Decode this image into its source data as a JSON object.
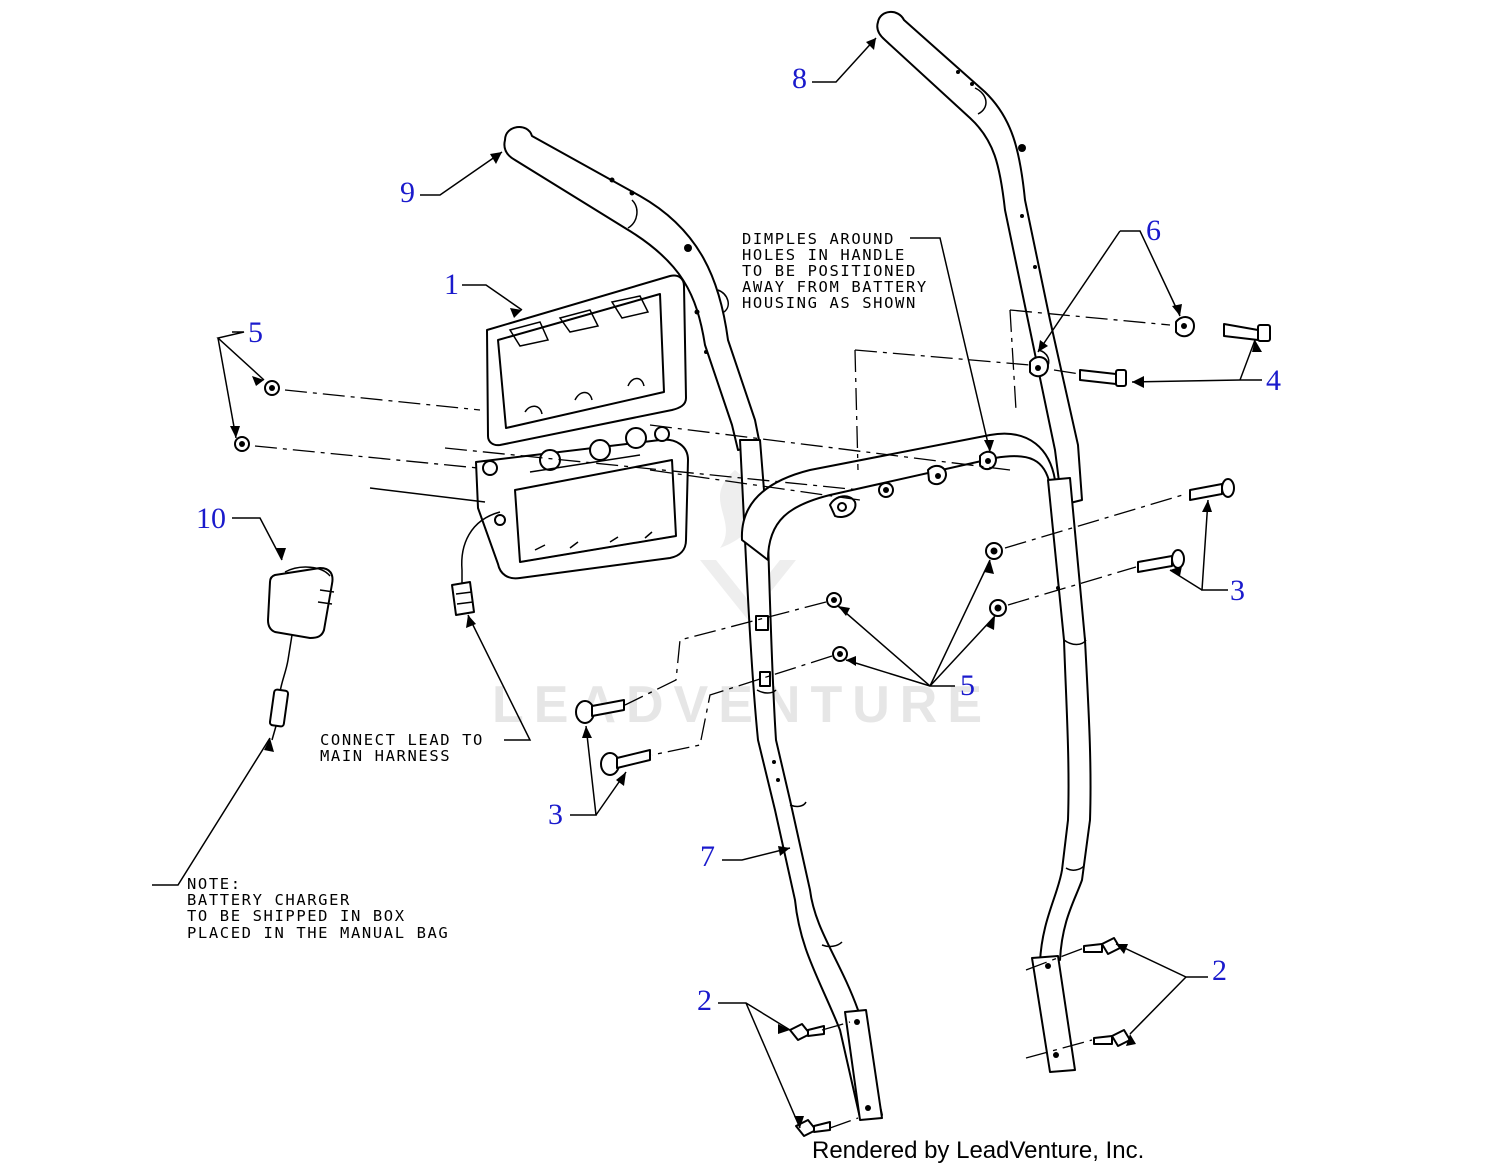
{
  "diagram": {
    "callouts": {
      "c1": "1",
      "c2a": "2",
      "c2b": "2",
      "c3a": "3",
      "c3b": "3",
      "c4": "4",
      "c5a": "5",
      "c5b": "5",
      "c6": "6",
      "c7": "7",
      "c8": "8",
      "c9": "9",
      "c10": "10"
    },
    "callout_color": "#1a1acc",
    "notes": {
      "dimples": [
        "DIMPLES AROUND",
        "HOLES IN HANDLE",
        "TO BE POSITIONED",
        "AWAY FROM BATTERY",
        "HOUSING AS SHOWN"
      ],
      "connect": [
        "CONNECT LEAD TO",
        "MAIN HARNESS"
      ],
      "charger": [
        "NOTE:",
        "BATTERY CHARGER",
        "TO BE SHIPPED IN BOX",
        "PLACED IN THE MANUAL BAG"
      ]
    },
    "watermark": "LEADVENTURE",
    "credit": "Rendered by LeadVenture, Inc."
  }
}
